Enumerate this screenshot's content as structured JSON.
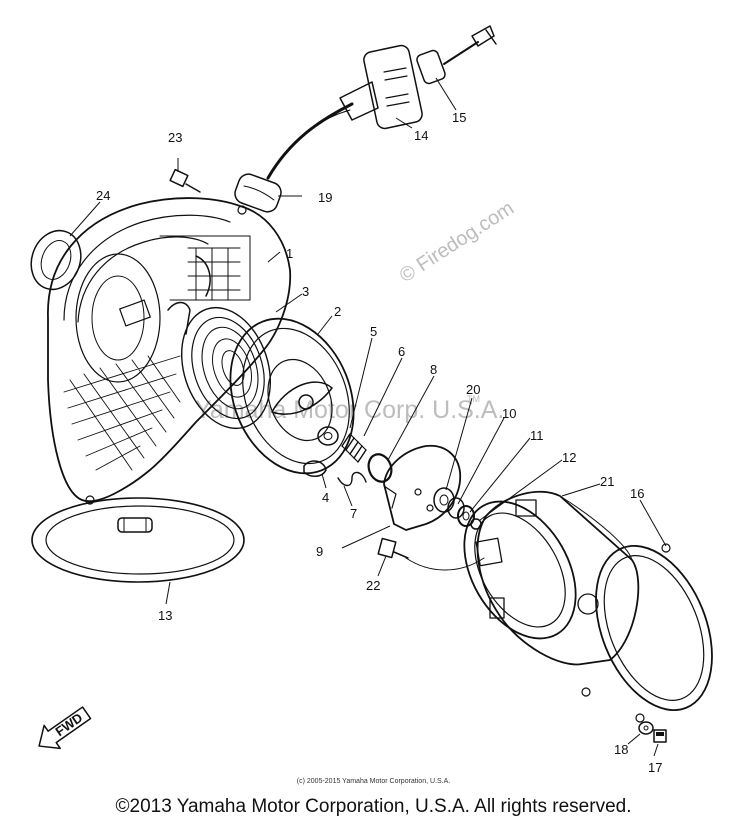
{
  "watermarks": {
    "firedog": "© Firedog.com",
    "yamaha": "Yamaha Motor Corp. U.S.A.",
    "tm": "TM"
  },
  "fwd_label": "FWD",
  "part_numbers": [
    "1",
    "2",
    "3",
    "4",
    "5",
    "6",
    "7",
    "8",
    "9",
    "10",
    "11",
    "12",
    "13",
    "14",
    "15",
    "16",
    "17",
    "18",
    "19",
    "20",
    "21",
    "22",
    "23",
    "24"
  ],
  "footer": {
    "small_credit": "(c) 2005-2015 Yamaha Motor Corporation, U.S.A.",
    "copyright": "©2013 Yamaha Motor Corporation, U.S.A. All rights reserved."
  },
  "colors": {
    "ink": "#111111",
    "watermark": "#bdbdbd",
    "background": "#ffffff"
  }
}
